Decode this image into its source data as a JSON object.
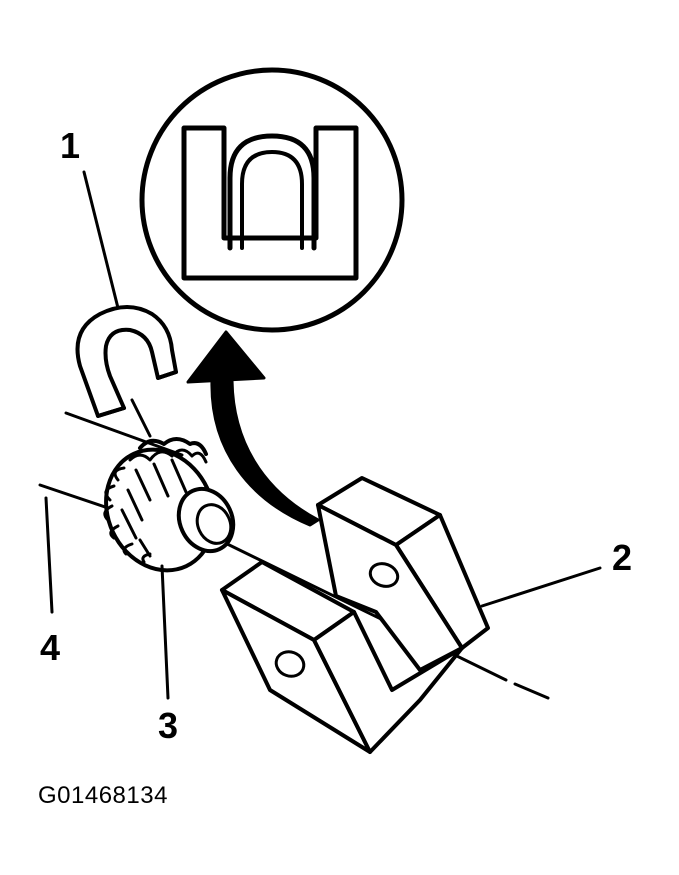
{
  "callouts": {
    "c1": "1",
    "c2": "2",
    "c3": "3",
    "c4": "4"
  },
  "figure_id": "G01468134",
  "colors": {
    "ink": "#000000",
    "paper": "#ffffff"
  }
}
